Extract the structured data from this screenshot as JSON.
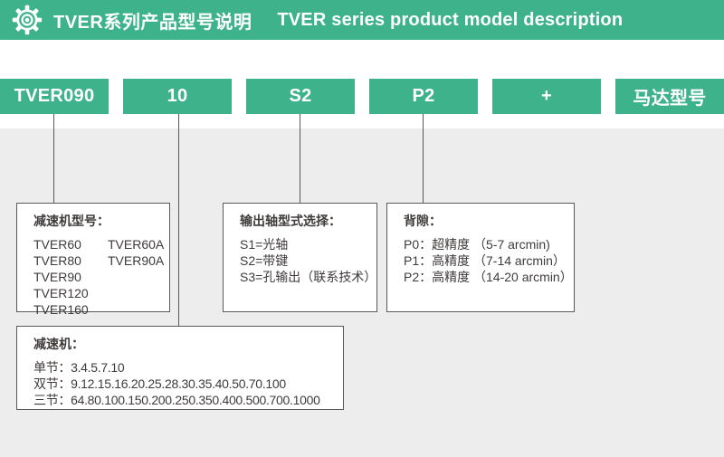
{
  "header": {
    "title_zh": "TVER系列产品型号说明",
    "title_en": "TVER series product model description"
  },
  "colors": {
    "brand_green": "#3DB28B",
    "panel_gray": "#EDEDED",
    "line_dark": "#58595B",
    "text_dark": "#3F3B3A",
    "white": "#FFFFFF"
  },
  "segments": [
    {
      "label": "TVER090"
    },
    {
      "label": "10"
    },
    {
      "label": "S2"
    },
    {
      "label": "P2"
    },
    {
      "label": "+"
    },
    {
      "label": "马达型号"
    }
  ],
  "boxes": {
    "gearbox_model": {
      "title": "减速机型号：",
      "col1": [
        "TVER60",
        "TVER80",
        "TVER90",
        "TVER120",
        "TVER160"
      ],
      "col2": [
        "TVER60A",
        "TVER90A"
      ]
    },
    "output_shaft": {
      "title": "输出轴型式选择：",
      "items": [
        "S1=光轴",
        "S2=带键",
        "S3=孔输出（联系技术）"
      ]
    },
    "backlash": {
      "title": "背隙：",
      "items": [
        "P0：超精度 （5-7 arcmin)",
        "P1：高精度 （7-14 arcmin）",
        "P2：高精度 （14-20 arcmin）"
      ]
    },
    "reducer_ratios": {
      "title": "减速机：",
      "items": [
        "单节：3.4.5.7.10",
        "双节：9.12.15.16.20.25.28.30.35.40.50.70.100",
        "三节：64.80.100.150.200.250.350.400.500.700.1000"
      ]
    }
  }
}
